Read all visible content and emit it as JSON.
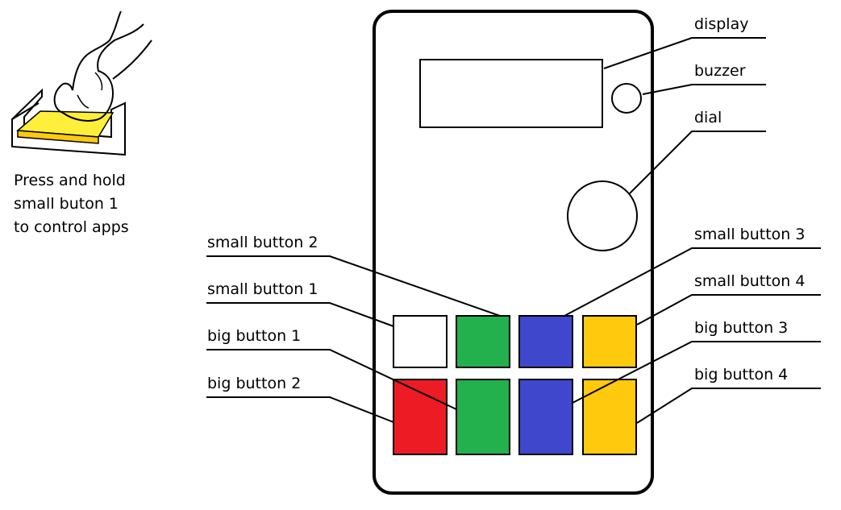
{
  "caption": {
    "line1": "Press and hold",
    "line2": "small buton 1",
    "line3": "to control apps"
  },
  "labels": {
    "display": "display",
    "buzzer": "buzzer",
    "dial": "dial",
    "small_button_2": "small button 2",
    "small_button_1": "small button 1",
    "big_button_1": "big button 1",
    "big_button_2": "big button 2",
    "small_button_3": "small button 3",
    "small_button_4": "small button 4",
    "big_button_3": "big button 3",
    "big_button_4": "big button 4"
  },
  "colors": {
    "white": "#ffffff",
    "green": "#22b14c",
    "blue": "#3f48cc",
    "yellow": "#ffc90e",
    "red": "#ed1c24",
    "highlight": "#ffef3a"
  },
  "icons": {
    "illustration": "finger-pressing-button-icon"
  }
}
